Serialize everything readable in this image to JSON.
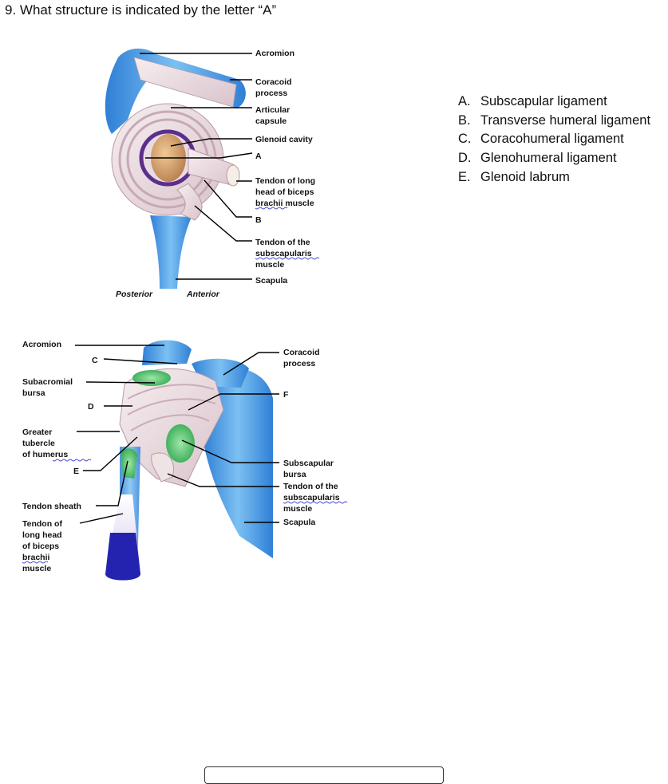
{
  "question": {
    "text": "9. What structure is indicated by the letter “A”"
  },
  "figure1": {
    "labels": {
      "acromion": "Acromion",
      "coracoid_1": "Coracoid",
      "coracoid_2": "process",
      "articular_1": "Articular",
      "articular_2": "capsule",
      "glenoid": "Glenoid cavity",
      "a": "A",
      "tendon_long_1": "Tendon of long",
      "tendon_long_2": "head of biceps",
      "tendon_long_3": "brachii muscle",
      "b": "B",
      "tendon_sub_1": "Tendon of the",
      "tendon_sub_2": "subscapularis",
      "tendon_sub_3": "muscle",
      "scapula": "Scapula",
      "posterior": "Posterior",
      "anterior": "Anterior"
    }
  },
  "figure2": {
    "labels": {
      "acromion": "Acromion",
      "c": "C",
      "coracoid_1": "Coracoid",
      "coracoid_2": "process",
      "subacromial_1": "Subacromial",
      "subacromial_2": "bursa",
      "d": "D",
      "f": "F",
      "greater_1": "Greater",
      "greater_2": "tubercle",
      "greater_3": "of humerus",
      "e": "E",
      "subscap_bursa_1": "Subscapular",
      "subscap_bursa_2": "bursa",
      "tendon_sub_1": "Tendon of the",
      "tendon_sub_2": "subscapularis",
      "tendon_sub_3": "muscle",
      "tendon_sheath": "Tendon sheath",
      "scapula": "Scapula",
      "tendon_long_1": "Tendon of",
      "tendon_long_2": "long head",
      "tendon_long_3": "of biceps",
      "tendon_long_4": "brachii",
      "tendon_long_5": "muscle"
    }
  },
  "choices": [
    {
      "letter": "A.",
      "text": "Subscapular ligament"
    },
    {
      "letter": "B.",
      "text": "Transverse humeral ligament"
    },
    {
      "letter": "C.",
      "text": "Coracohumeral ligament"
    },
    {
      "letter": "D.",
      "text": "Glenohumeral ligament"
    },
    {
      "letter": "E.",
      "text": "Glenoid labrum"
    }
  ],
  "colors": {
    "bone": "#3b8ee0",
    "bone_light": "#8ec8f5",
    "ligament": "#efe2e6",
    "capsule_purple": "#5b2e8c",
    "glenoid_tan": "#d8a877",
    "bursa_green": "#4cc46a",
    "tendon_blue": "#2a2ab8"
  }
}
